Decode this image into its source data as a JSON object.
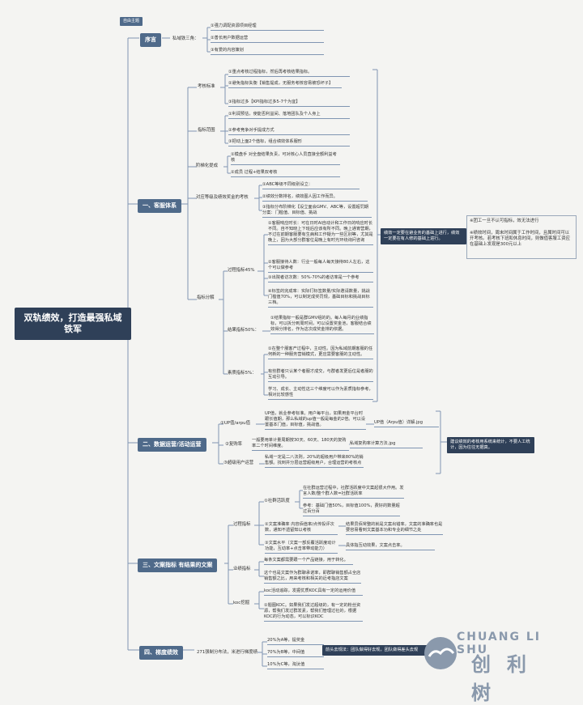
{
  "tag": "自由主题",
  "root": "双轨绩效，打造最强私域铁军",
  "preface": {
    "title": "序言",
    "sub": "私域铁三角：",
    "items": [
      "①强力调配资源项目经理",
      "②善长用户数据运营",
      "③有爱的内容策划"
    ]
  },
  "customer": {
    "title": "一、客服体系",
    "kpi": {
      "label": "考核标准",
      "items": [
        "①重点考核过程指标，然后再考核结果指标。",
        "②避免指标失衡【销售提成，无服务考核容易被恐坏子】",
        "③指标过多【KPI指标过多5-7个为宜】"
      ]
    },
    "scope": {
      "label": "指标范围",
      "items": [
        "①利润预估，使能否利益间、落地团队及个人身上",
        "②参考竞争对手提成方式",
        "③把动上面2个值标，组合绩效体系服形"
      ]
    },
    "phase": {
      "label": "阶梯化提成",
      "items": [
        "①模盘手 对全盘结果负责，可对核心人员直接全额利益考核",
        "②成员   过程+结果双考核"
      ]
    },
    "reward": {
      "label": "对应等级及绩效奖金的考核",
      "items": [
        "①ABC等级不同级别设立：",
        "②绩效分数排名，绩效图人因工作而异。",
        "③指标分布阶梯化【设立面会GMV、ABC等，设置超罚期分案：门槛值、目标值、挑战"
      ]
    },
    "breakdown": {
      "label": "指标分解",
      "process": {
        "label": "过程指标45%",
        "items": [
          "①客服响应时长：可在日时AI自动计和工作日的响应时长不同。自不知晓上下班后应该有所不同。晚上通宵营期，不过在前期客服要有生病和工作疑为一些区别等，尤其是晚上，因为大部分群客位是晚上有时光环绕询问咨询",
          "②客服接待人数：行业一般每人每天接待80人左右，这个可以做参考",
          "③出院者访次数：50%-70%的者访率是一个参考",
          "④标签的完成率：实际打标签数量/实际邀请数量，挑战门槛值70%，可以制定成奖罚规，基础目标和挑战目标三档。"
        ]
      },
      "result": {
        "label": "结果指标50%：",
        "items": [
          "①结果指标一般是群GMV组的的。每人每月的业绩指标，可以拆分到周时间，可以设置奖金池，客服结合绩效得分排名，作为这次成奖金排的依据。"
        ]
      },
      "value": {
        "label": "素质指标5%：",
        "items": [
          "①在整个服客产过程中，主动性。因为私域前期客服的任何新的一种服务营销模式，更应需要客服的主动性。",
          "有些群者只认某个者服才成交，与群者发更后位是者服的互动引导。",
          "学习、成长、主动性这三个维度可以作为素质指标参考，相对比较感性"
        ]
      }
    },
    "side_note": "绩效一定要在避业务的基础上进行，绩效一定要在有人修的基础上进行。",
    "side_items": [
      "※团工一旦不认可指标，效无法进行",
      "※绩效时间，周末时间属于工作时间，且属时间可以开考核。若考核下班和休息时间，则做值客服工资应在基础上发现是300元以上"
    ]
  },
  "data_ops": {
    "title": "二、数据运营/活动运营",
    "items": [
      {
        "label": "①UP值/arpu值",
        "desc": "UP值，就业参考标准。用户每平台，如果用金平台时跟长值期，那么私域的up值一般是每金的2倍。可以设置基本门值，目标值，挑战值。",
        "ref": "UP值（Arpu值）详解.jpg"
      },
      {
        "label": "②复购率",
        "desc": "一般要用单计量周期按30天、60天、180天的复购率二个时间维度。",
        "ref": "私域复购率计算方法.jpg"
      },
      {
        "label": "③超级用户运营",
        "desc": "私域一定是二八法则，20%的超级用户带来80%的销售额。找到并分层运营超级用户，合理运营的考核点"
      }
    ],
    "side_note": "建议绩效的考核用系统来统计，不要人工统计，因为往往无据真。"
  },
  "content": {
    "title": "三、文案指标  有结果的文案",
    "process": {
      "label": "过程指标",
      "items": [
        {
          "label": "①社群活跃度",
          "details": [
            "在社群运营过程中，社群活跃度中文案起很大作用。发言人数/整个群人数=社群活跃率",
            "参考：基础门值50%，目标值100%，费好的数量超过百分百"
          ]
        },
        {
          "label": "②文案准确率  内容佰值率/点传投评次数，通知不遗留知以考核",
          "details": [
            "结果员佰常整的就是文案出错率，文案的准确率也是要容易看到文案基本功和专业的细节之处"
          ]
        },
        {
          "label": "③文案水平（文案一部反覆活跃度动计功能，互动率+点击率带动能力）",
          "details": [
            "具体指互动效果，文案点击率。"
          ]
        }
      ]
    },
    "business": {
      "label": "业绩指标",
      "items": [
        "每条文案都需要跟一个产品链接，用于转化。",
        "这个也是文案作为群聊承诺率，即群聊销售额占全店销售额之比，用来考核和相关的近考指店文案"
      ]
    },
    "koc": {
      "label": "koc挖掘",
      "items": [
        "koc活动追踪，发掘优质KOC具有一定的运用价值",
        "①题图KOC。如果我们发过超级的，有一定的粉丝资源，帮我们发过群发素，帮我们管理过社的，根据KOC的行为动态，可以标识KOC"
      ]
    }
  },
  "ladder": {
    "title": "四、梯度绩效",
    "sub": "271强制分布法，米进行梯度绩",
    "items": [
      "20%为A等，提奖金",
      "70%为B等，中间值",
      "10%为C等，淘汰值"
    ],
    "note": "前头去规法：团队做得好去规，团队做得差头去规"
  },
  "brand": {
    "en": "CHUANG LI SHU",
    "cn": "创利树"
  },
  "colors": {
    "root": "#2f4058",
    "branch": "#4f6a8a",
    "line": "#7f95b2"
  }
}
